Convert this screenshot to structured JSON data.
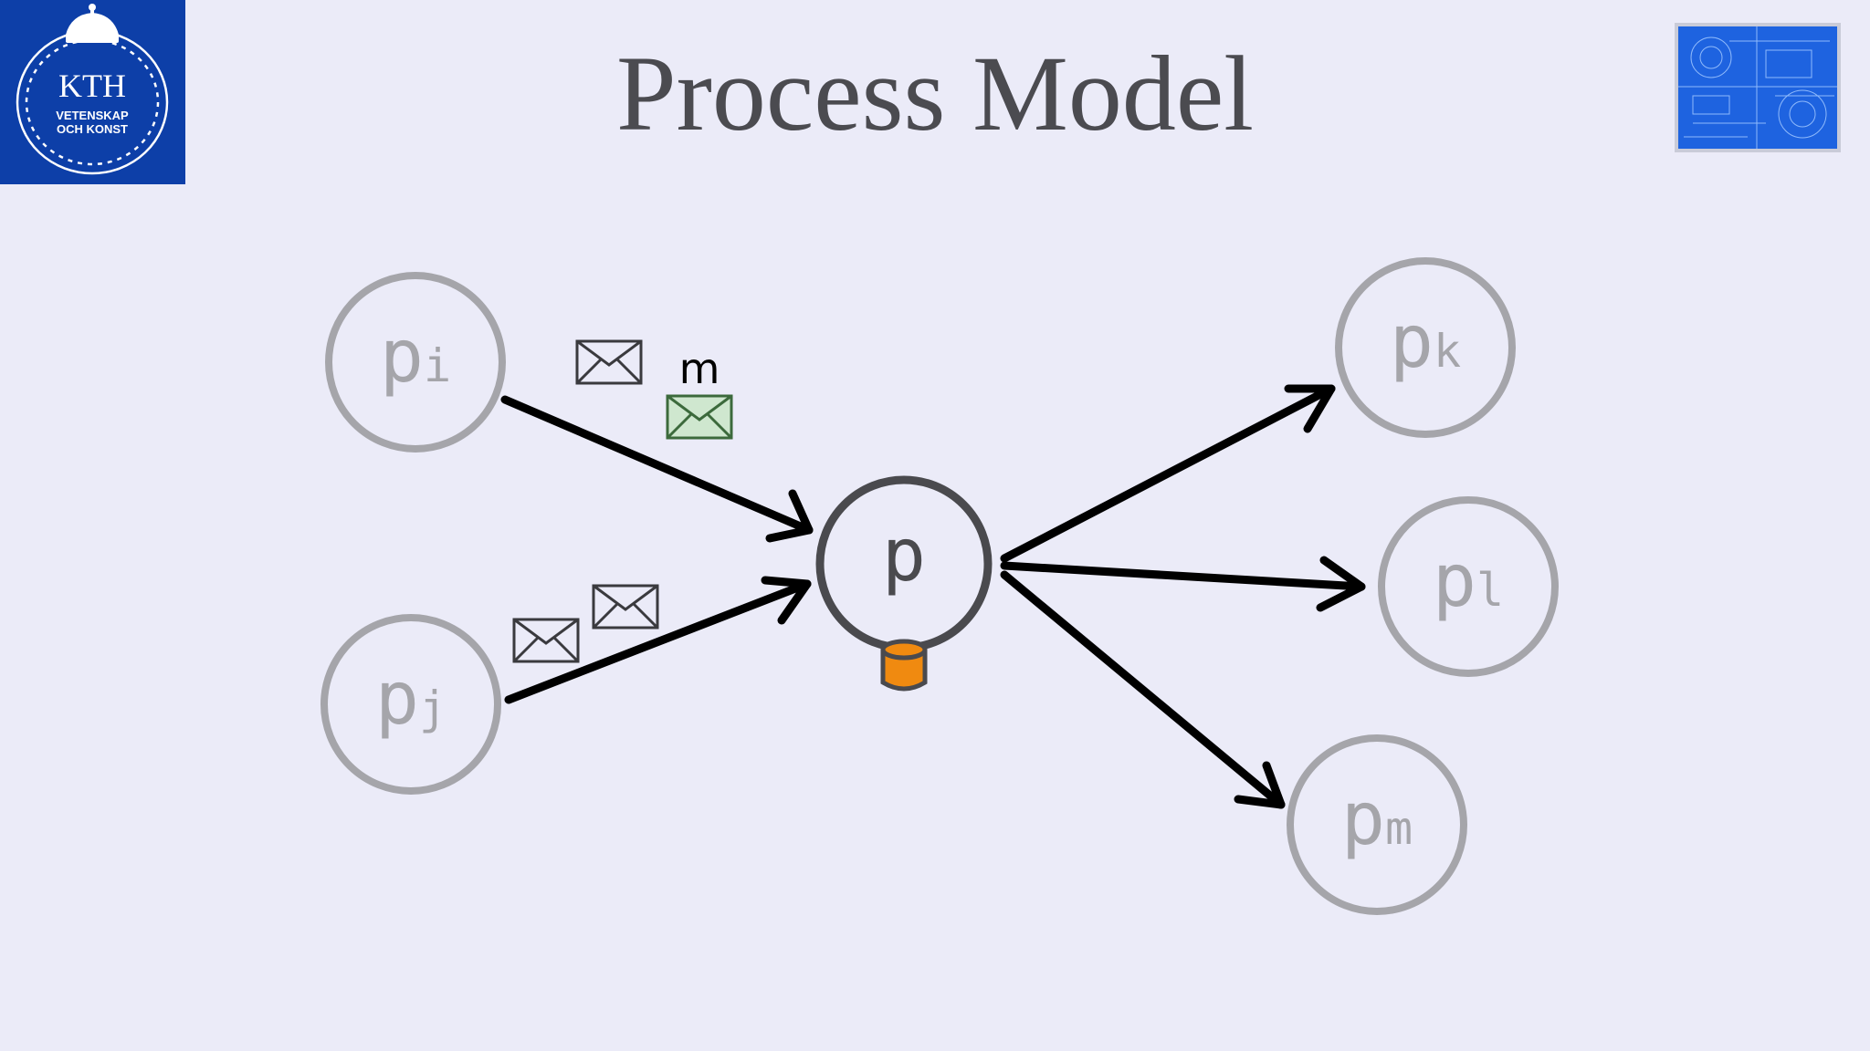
{
  "slide": {
    "title": "Process Model",
    "logo": {
      "text_main": "KTH",
      "text_line1": "VETENSKAP",
      "text_line2": "OCH KONST",
      "icon": "kth-crown-seal-icon",
      "color": "#0d3fa8"
    },
    "thumbnail": {
      "icon": "blueprint-image-icon"
    }
  },
  "diagram": {
    "center_process": {
      "label": "p",
      "stable_storage_icon": "storage-cylinder-icon",
      "storage_color": "#f08a10"
    },
    "sender_processes": [
      {
        "base": "p",
        "sub": "i"
      },
      {
        "base": "p",
        "sub": "j"
      }
    ],
    "receiver_processes": [
      {
        "base": "p",
        "sub": "k"
      },
      {
        "base": "p",
        "sub": "l"
      },
      {
        "base": "p",
        "sub": "m"
      }
    ],
    "message": {
      "label": "m",
      "highlight_color": "#cfe7cf",
      "icon": "envelope-icon"
    },
    "colors": {
      "inactive_process": "#a5a5aa",
      "active_process": "#4a4a4e",
      "arrow": "#000000"
    }
  }
}
